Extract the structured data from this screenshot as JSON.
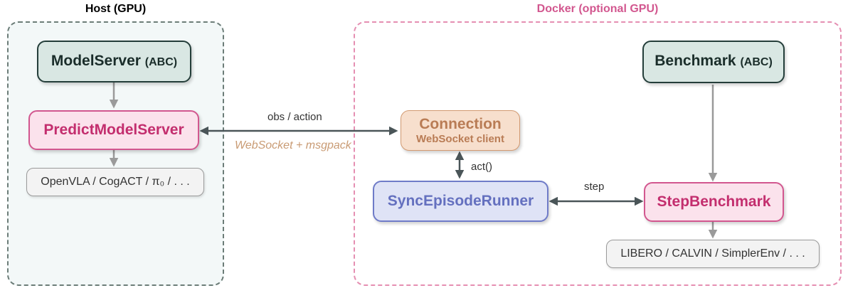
{
  "groups": {
    "host": {
      "title": "Host (GPU)",
      "title_color": "#000000",
      "border_color": "#6c7d78",
      "fill": "#f3f8f8"
    },
    "docker": {
      "title": "Docker (optional GPU)",
      "title_color": "#d2578f",
      "border_color": "#e58fb2",
      "fill": "#ffffff"
    }
  },
  "nodes": {
    "model_server": {
      "label": "ModelServer",
      "tag": "(ABC)"
    },
    "predict_model_server": {
      "label": "PredictModelServer"
    },
    "models": {
      "label": "OpenVLA / CogACT / π₀ / . . ."
    },
    "connection": {
      "label": "Connection",
      "sublabel": "WebSocket client"
    },
    "sync_runner": {
      "label": "SyncEpisodeRunner"
    },
    "benchmark": {
      "label": "Benchmark",
      "tag": "(ABC)"
    },
    "step_benchmark": {
      "label": "StepBenchmark"
    },
    "benchmarks_list": {
      "label": "LIBERO / CALVIN / SimplerEnv / . . ."
    }
  },
  "edges": {
    "obs_action": "obs / action",
    "websocket_msgpack": "WebSocket + msgpack",
    "act": "act()",
    "step": "step"
  },
  "colors": {
    "arrow_dark": "#4a5558",
    "arrow_gray": "#9a9a9a"
  }
}
